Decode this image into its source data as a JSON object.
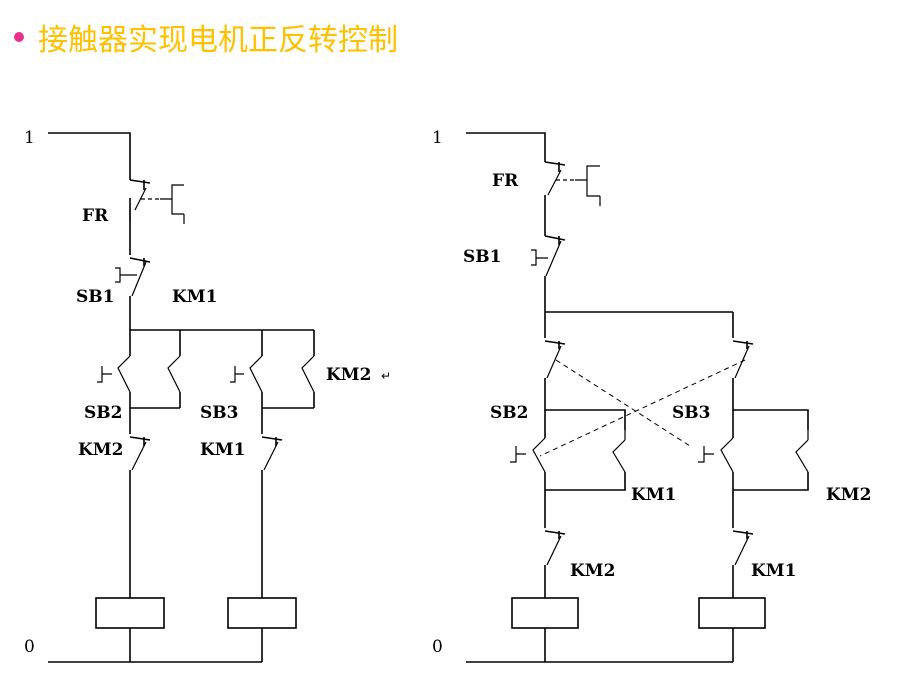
{
  "title": "接触器实现电机正反转控制",
  "colors": {
    "title": "#ffc000",
    "bullet": "#e8308a",
    "wire": "#000000"
  },
  "left_circuit": {
    "node_top": "1",
    "node_bottom": "0",
    "fr": "FR",
    "sb1": "SB1",
    "km1_hold": "KM1",
    "sb2": "SB2",
    "sb3": "SB3",
    "km2_hold": "KM2",
    "km2_interlock": "KM2",
    "km1_interlock": "KM1",
    "return_mark": "↵"
  },
  "right_circuit": {
    "node_top": "1",
    "node_bottom": "0",
    "fr": "FR",
    "sb1": "SB1",
    "sb2": "SB2",
    "sb3": "SB3",
    "km1_hold": "KM1",
    "km2_hold": "KM2",
    "km2_interlock": "KM2",
    "km1_interlock": "KM1"
  },
  "pushbutton_symbol": "E"
}
